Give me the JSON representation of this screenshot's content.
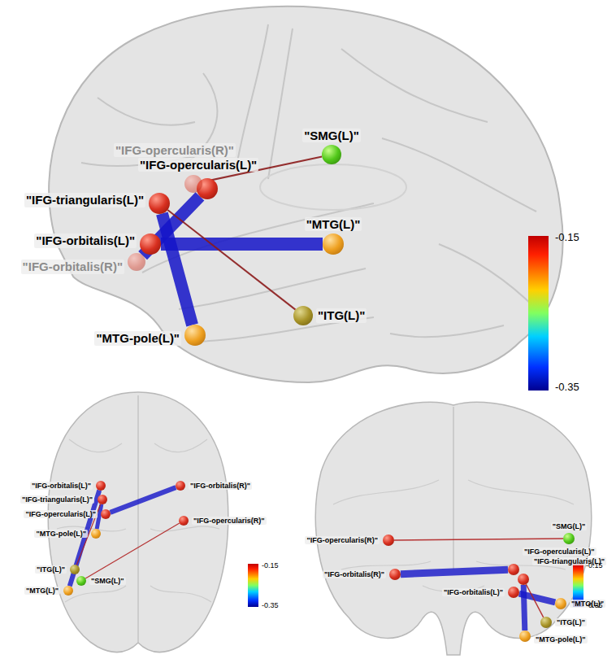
{
  "diagram": {
    "nodes": [
      {
        "text": [
          "\"SMG(L)\""
        ]
      },
      {
        "text": [
          "\"IFG-opercularis(L)\""
        ]
      },
      {
        "text": [
          "\"IFG-opercularis(R)\""
        ]
      },
      {
        "text": [
          "\"IFG-triangularis(L)\""
        ]
      },
      {
        "text": [
          "\"IFG-orbitalis(L)\""
        ]
      },
      {
        "text": [
          "\"IFG-orbitalis(R)\""
        ]
      },
      {
        "text": [
          "\"MTG(L)\""
        ]
      },
      {
        "text": [
          "\"ITG(L)\""
        ]
      },
      {
        "text": [
          "\"MTG-pole(L)\""
        ]
      },
      {
        "text": [
          "\"SMG(L)\""
        ]
      },
      {
        "text": [
          "\"IFG-opercularis(L)\""
        ]
      },
      {
        "text": [
          "\"IFG-opercularis(R)\""
        ]
      },
      {
        "text": [
          "\"IFG-triangularis(L)\""
        ]
      },
      {
        "text": [
          "\"IFG-orbitalis(L)\""
        ]
      },
      {
        "text": [
          "\"IFG-orbitalis(R)\""
        ]
      },
      {
        "text": [
          "\"MTG(L)\""
        ]
      },
      {
        "text": [
          "\"ITG(L)\""
        ]
      },
      {
        "text": [
          "\"MTG-pole(L)\""
        ]
      },
      {
        "text": [
          "\"SMG(L)\""
        ]
      },
      {
        "text": [
          "\"IFG-opercularis(L)\""
        ]
      },
      {
        "text": [
          "\"IFG-opercularis(R)\""
        ]
      },
      {
        "text": [
          "\"IFG-triangularis(L)\""
        ]
      },
      {
        "text": [
          "\"IFG-orbitalis(L)\""
        ]
      },
      {
        "text": [
          "\"IFG-orbitalis(R)\""
        ]
      },
      {
        "text": [
          "\"MTG(L)\""
        ]
      },
      {
        "text": [
          "\"ITG(L)\""
        ]
      },
      {
        "text": [
          "\"MTG-pole(L)\""
        ]
      }
    ],
    "edges": [
      {
        "from": 5,
        "to": 1,
        "arrow": "none"
      },
      {
        "from": 4,
        "to": 6,
        "arrow": "none"
      },
      {
        "from": 3,
        "to": 8,
        "arrow": "none"
      },
      {
        "from": 3,
        "to": 7,
        "arrow": "none"
      },
      {
        "from": 2,
        "to": 0,
        "arrow": "none"
      },
      {
        "from": 14,
        "to": 10,
        "arrow": "none"
      },
      {
        "from": 13,
        "to": 15,
        "arrow": "none"
      },
      {
        "from": 12,
        "to": 17,
        "arrow": "none"
      },
      {
        "from": 12,
        "to": 16,
        "arrow": "none"
      },
      {
        "from": 11,
        "to": 9,
        "arrow": "none"
      },
      {
        "from": 23,
        "to": 19,
        "arrow": "none"
      },
      {
        "from": 22,
        "to": 24,
        "arrow": "none"
      },
      {
        "from": 21,
        "to": 26,
        "arrow": "none"
      },
      {
        "from": 21,
        "to": 25,
        "arrow": "none"
      },
      {
        "from": 20,
        "to": 18,
        "arrow": "none"
      }
    ],
    "labels": [
      "-0.15",
      "-0.35",
      "-0.15",
      "-0.35",
      "-0.15",
      "-0.35"
    ]
  }
}
